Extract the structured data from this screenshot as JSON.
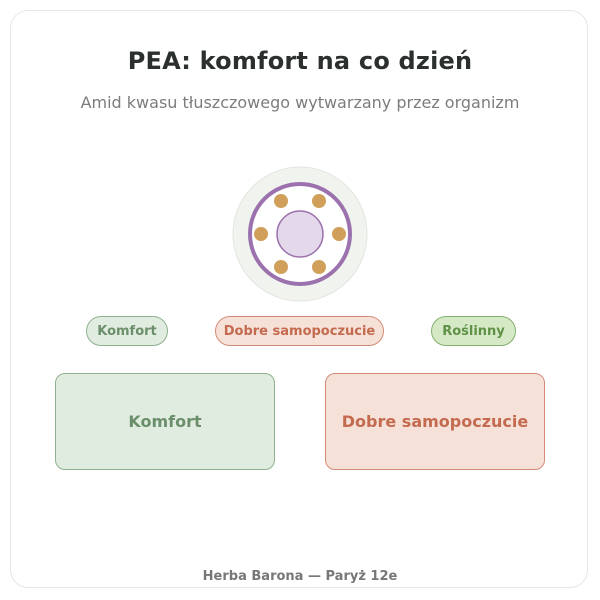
{
  "header": {
    "title": "PEA: komfort na co dzień",
    "subtitle": "Amid kwasu tłuszczowego wytwarzany przez organizm"
  },
  "emblem": {
    "icon": "molecule-ring-icon",
    "colors": {
      "halo": "#f1f3ef",
      "ring": "#9b72ad",
      "core": "#e4d9ea",
      "dots": "#d0a05a"
    }
  },
  "tags": [
    {
      "label": "Komfort",
      "color": "#6a8f6a"
    },
    {
      "label": "Dobre samopoczucie",
      "color": "#c46a4f"
    },
    {
      "label": "Roślinny",
      "color": "#5f9146"
    }
  ],
  "panels": [
    {
      "label": "Komfort"
    },
    {
      "label": "Dobre samopoczucie"
    }
  ],
  "footer": {
    "text": "Herba Barona — Paryż 12e"
  }
}
